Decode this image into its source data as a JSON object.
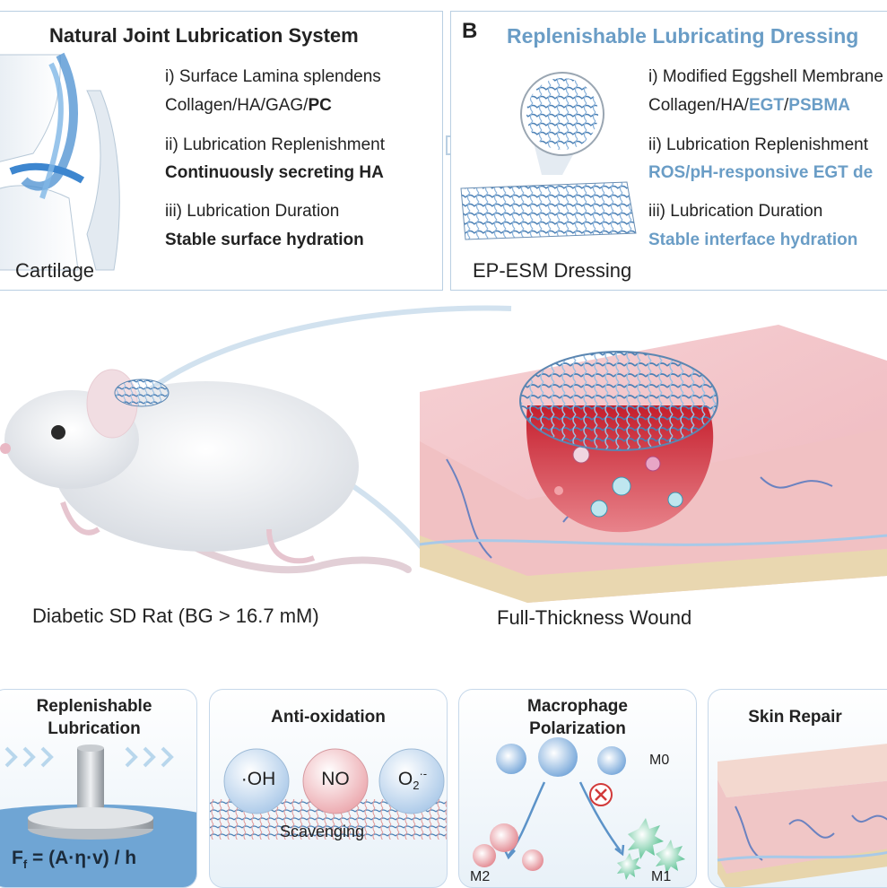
{
  "panel_a": {
    "title": "Natural Joint Lubrication System",
    "i_heading": "i) Surface Lamina splendens",
    "i_detail_plain": "Collagen/HA/GAG/",
    "i_detail_bold": "PC",
    "ii_heading": "ii) Lubrication Replenishment",
    "ii_detail": "Continuously secreting HA",
    "iii_heading": "iii) Lubrication Duration",
    "iii_detail": "Stable surface hydration",
    "image_label": "Cartilage"
  },
  "panel_b": {
    "letter": "B",
    "title": "Replenishable Lubricating Dressing",
    "i_heading": "i) Modified Eggshell Membrane",
    "i_detail_plain": "Collagen/HA/",
    "i_detail_blue1": "EGT",
    "i_detail_sep": "/",
    "i_detail_blue2": "PSBMA",
    "ii_heading": "ii) Lubrication Replenishment",
    "ii_detail": "ROS/pH-responsive EGT de",
    "iii_heading": "iii) Lubrication Duration",
    "iii_detail": "Stable interface hydration",
    "image_label": "EP-ESM Dressing"
  },
  "middle": {
    "rat_label": "Diabetic SD Rat (BG > 16.7 mM)",
    "wound_label": "Full-Thickness Wound"
  },
  "cards": {
    "lubrication": {
      "title_line1": "Replenishable",
      "title_line2": "Lubrication",
      "formula_main": "F",
      "formula_sub": "f",
      "formula_rest": " = (A·η·v)  / h"
    },
    "antioxidation": {
      "title": "Anti-oxidation",
      "radical_1": "·OH",
      "radical_2": "NO",
      "radical_3_main": "O",
      "radical_3_sub": "2",
      "radical_3_sup": "·-",
      "caption": "Scavenging"
    },
    "macrophage": {
      "title_line1": "Macrophage",
      "title_line2": "Polarization",
      "m0": "M0",
      "m1": "M1",
      "m2": "M2"
    },
    "skin": {
      "title": "Skin Repair"
    }
  }
}
